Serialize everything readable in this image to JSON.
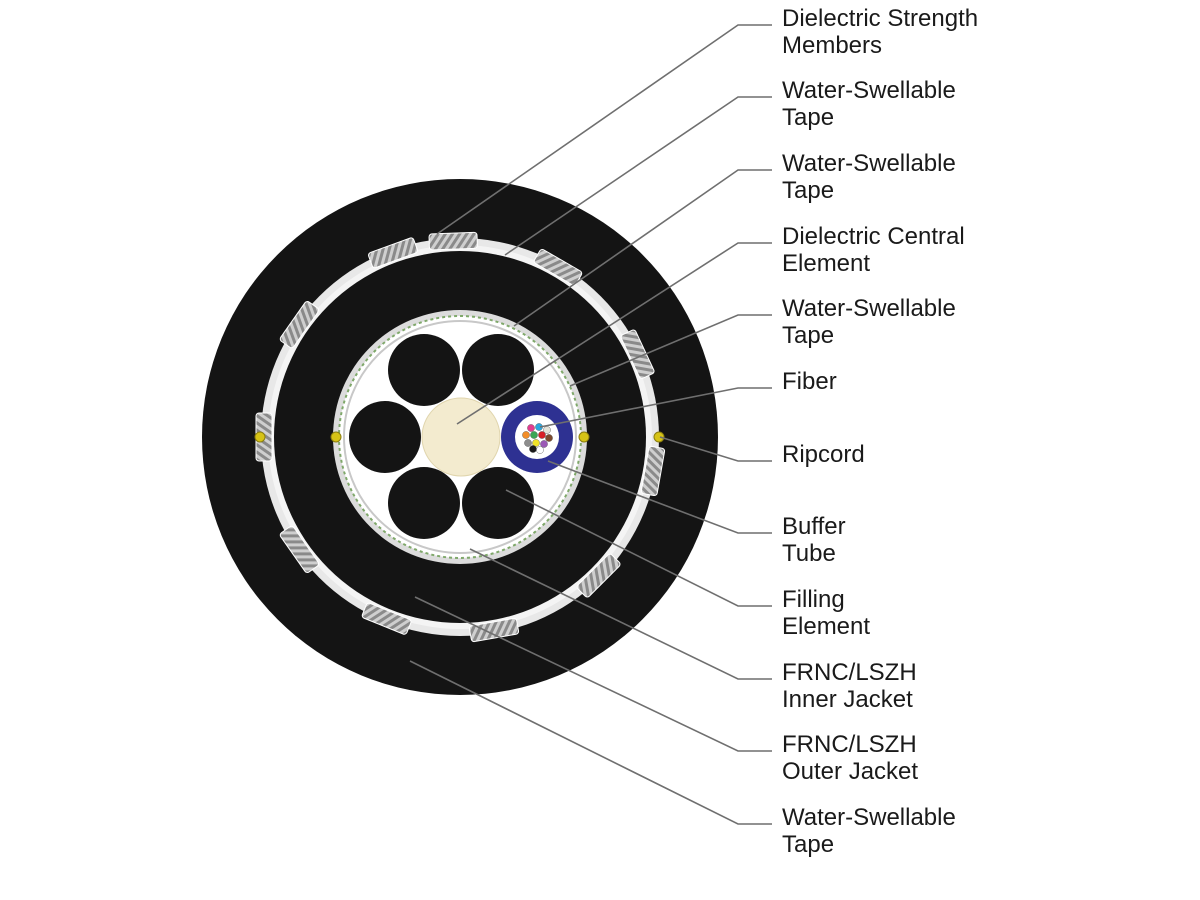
{
  "diagram": {
    "colors": {
      "jacket": "#141414",
      "tape": "#e8e8e8",
      "strength_member": "#b8b8b8",
      "central_element": "#f3ebcf",
      "buffer_tube": "#2e3192",
      "ripcord": "#d6c316",
      "leader_line": "#6f6f6f"
    },
    "fiber_colors": [
      "#e23d8f",
      "#2aa7df",
      "#e4e2d8",
      "#f28c28",
      "#3aa655",
      "#d81f26",
      "#7c4a2e",
      "#8d8d8d",
      "#f2e52a",
      "#9b59b6",
      "#1a1a1a",
      "#ffffff"
    ],
    "labels": [
      {
        "line1": "Dielectric Strength",
        "line2": "Members"
      },
      {
        "line1": "Water-Swellable",
        "line2": "Tape"
      },
      {
        "line1": "Water-Swellable",
        "line2": "Tape"
      },
      {
        "line1": "Dielectric Central",
        "line2": "Element"
      },
      {
        "line1": "Water-Swellable",
        "line2": "Tape"
      },
      {
        "line1": "Fiber",
        "line2": ""
      },
      {
        "line1": "Ripcord",
        "line2": ""
      },
      {
        "line1": "Buffer",
        "line2": "Tube"
      },
      {
        "line1": "Filling",
        "line2": "Element"
      },
      {
        "line1": "FRNC/LSZH",
        "line2": "Inner Jacket"
      },
      {
        "line1": "FRNC/LSZH",
        "line2": "Outer Jacket"
      },
      {
        "line1": "Water-Swellable",
        "line2": "Tape"
      }
    ]
  }
}
